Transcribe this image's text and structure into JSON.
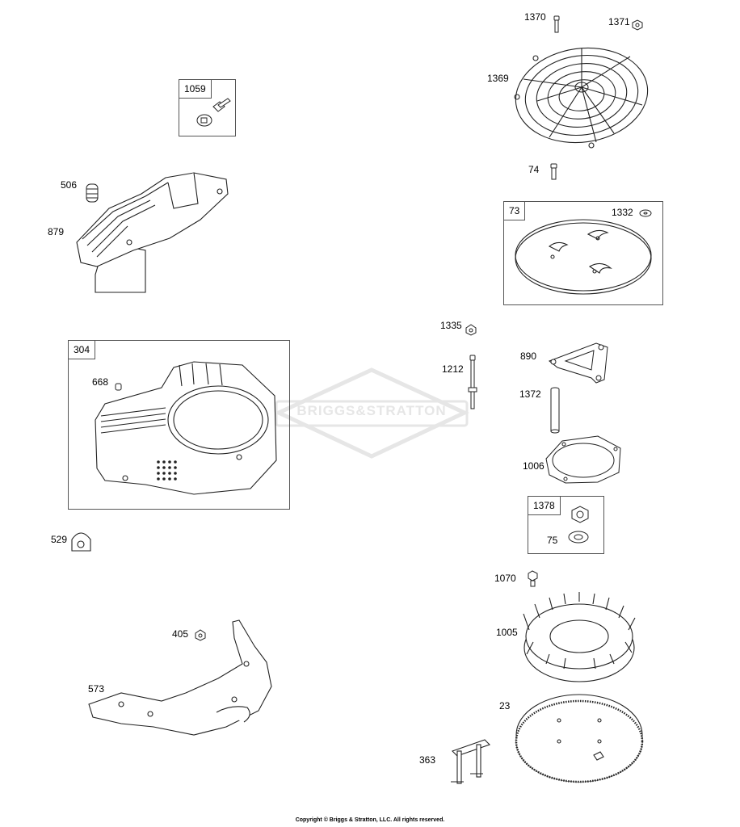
{
  "watermark": {
    "text": "BRIGGS&STRATTON",
    "color": "#e3e3e3"
  },
  "copyright": "Copyright © Briggs & Stratton, LLC. All rights reserved.",
  "boxes": {
    "b1059": "1059",
    "b304": "304",
    "b73": "73",
    "b1378": "1378"
  },
  "parts": {
    "p1370": "1370",
    "p1371": "1371",
    "p1369": "1369",
    "p74": "74",
    "p1332": "1332",
    "p506": "506",
    "p879": "879",
    "p668": "668",
    "p1335": "1335",
    "p1212": "1212",
    "p890": "890",
    "p1372": "1372",
    "p1006": "1006",
    "p75": "75",
    "p529": "529",
    "p1070": "1070",
    "p1005": "1005",
    "p405": "405",
    "p573": "573",
    "p23": "23",
    "p363": "363"
  }
}
